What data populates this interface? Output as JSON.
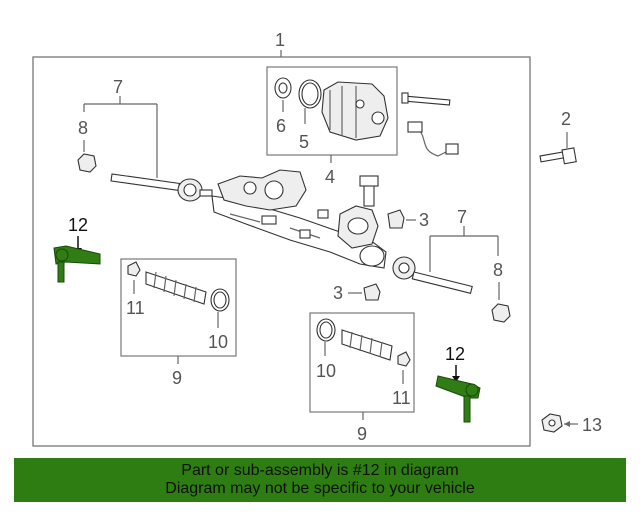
{
  "callouts": {
    "main_assembly": "1",
    "bolt": "2",
    "mount_bushing_upper": "3",
    "mount_bushing_lower": "3",
    "motor_assembly": "4",
    "seal": "5",
    "bearing": "6",
    "inner_tie_rod_left": "7",
    "inner_tie_rod_right": "7",
    "nut_left": "8",
    "nut_right": "8",
    "boot_left": "9",
    "boot_right": "9",
    "clamp_left": "10",
    "clamp_right": "10",
    "small_clamp_left": "11",
    "small_clamp_right": "11",
    "outer_tie_rod_left": "12",
    "outer_tie_rod_right": "12",
    "nut_outer": "13"
  },
  "banner": {
    "line1": "Part or sub-assembly is #12 in diagram",
    "line2": "Diagram may not be specific to your vehicle"
  },
  "colors": {
    "highlight": "#2f7d14",
    "banner": "#2e7d12"
  }
}
